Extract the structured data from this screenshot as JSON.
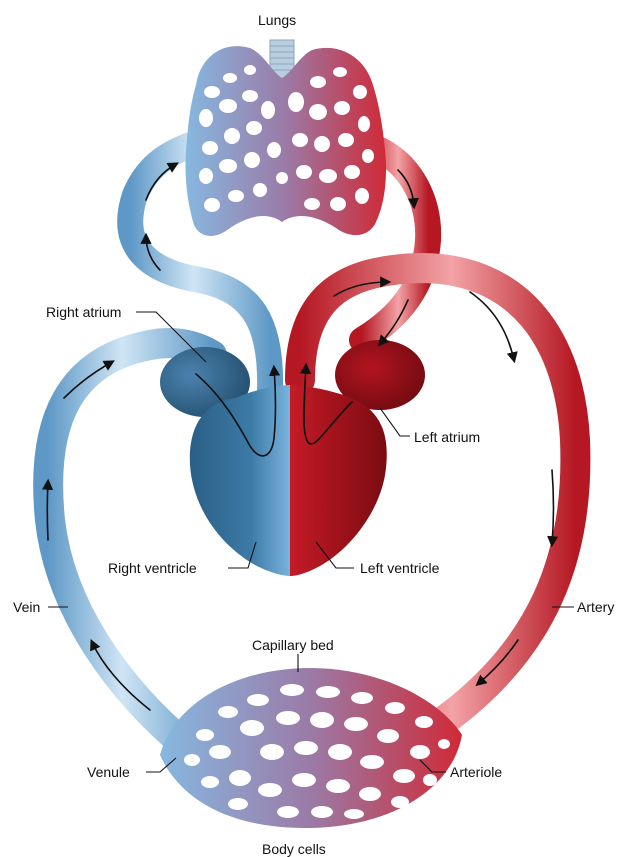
{
  "labels": {
    "lungs": "Lungs",
    "right_atrium": "Right atrium",
    "left_atrium": "Left atrium",
    "right_ventricle": "Right ventricle",
    "left_ventricle": "Left ventricle",
    "vein": "Vein",
    "artery": "Artery",
    "capillary_bed": "Capillary bed",
    "venule": "Venule",
    "arteriole": "Arteriole",
    "body_cells": "Body cells"
  },
  "colors": {
    "deoxygenated": "#7fb6df",
    "deoxygenated_dark": "#2d6690",
    "oxygenated": "#d32a36",
    "oxygenated_dark": "#8e0f16",
    "blend": "#9a7aa8",
    "label_text": "#111111"
  }
}
